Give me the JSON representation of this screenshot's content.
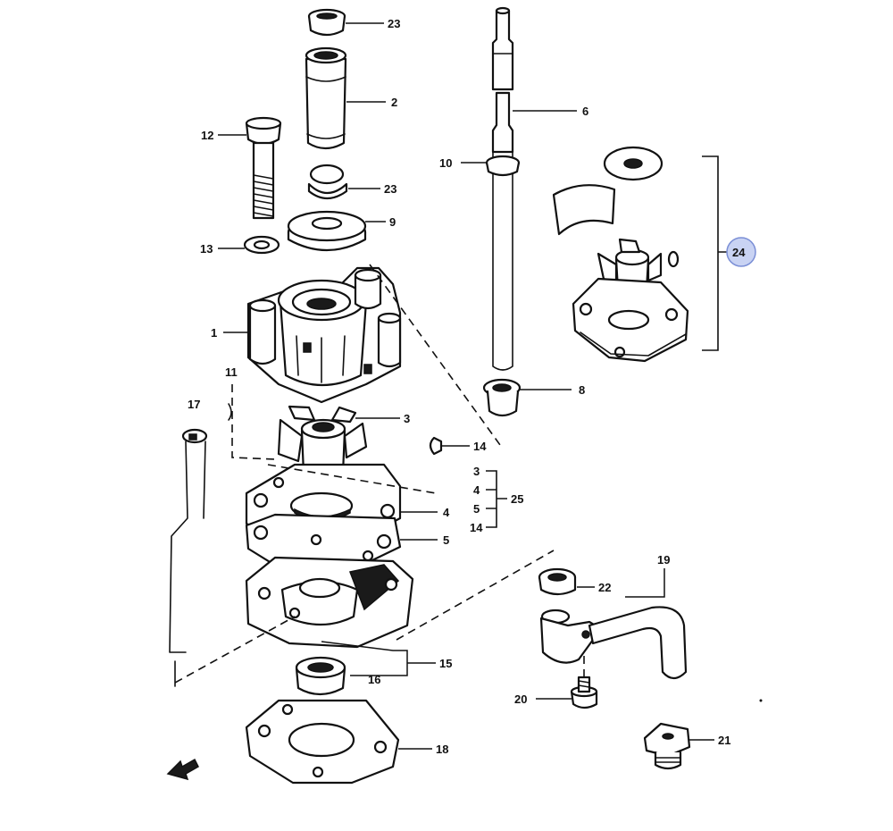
{
  "diagram": {
    "callouts": {
      "c1": "1",
      "c2": "2",
      "c3": "3",
      "c4": "4",
      "c5": "5",
      "c6": "6",
      "c8": "8",
      "c9": "9",
      "c10": "10",
      "c11": "11",
      "c12": "12",
      "c13": "13",
      "c14": "14",
      "c15": "15",
      "c16": "16",
      "c17": "17",
      "c18": "18",
      "c19": "19",
      "c20": "20",
      "c21": "21",
      "c22": "22",
      "c23a": "23",
      "c23b": "23",
      "c24": "24",
      "c25": "25",
      "group25": [
        "3",
        "4",
        "5",
        "14"
      ]
    },
    "colors": {
      "ink": "#111111",
      "highlight": "#c9d3f3",
      "highlight_border": "#7b8fd6"
    }
  }
}
